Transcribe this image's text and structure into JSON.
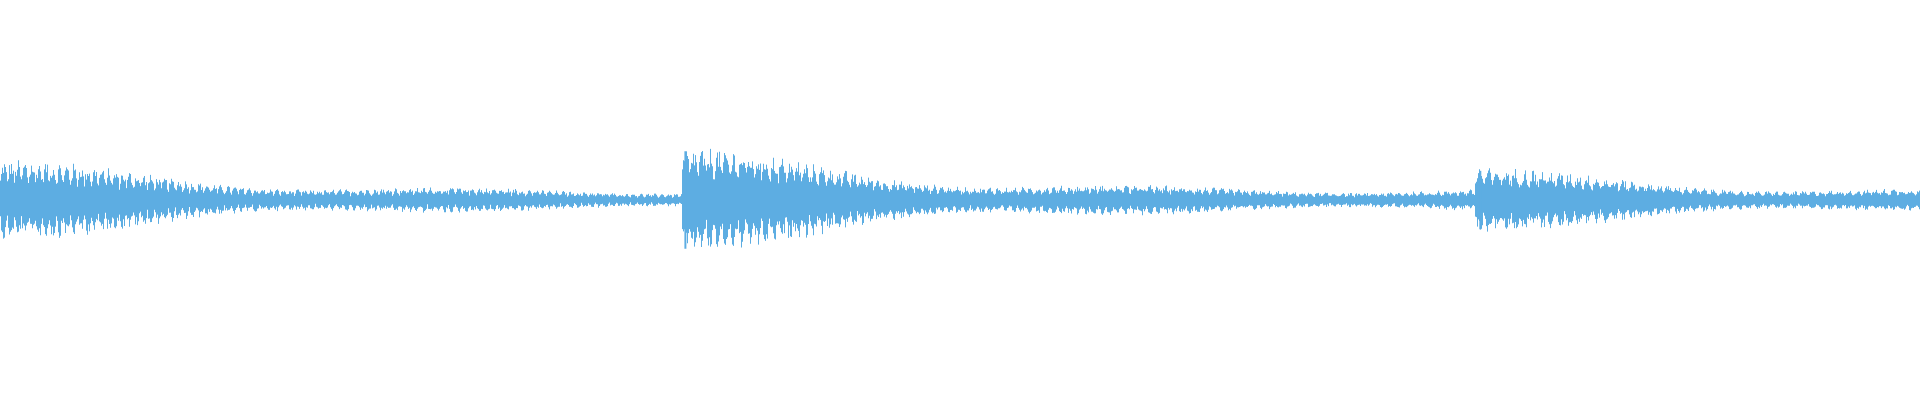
{
  "waveform": {
    "color": "#5dade2",
    "background": "#ffffff",
    "amplitude_range": [
      -1,
      1
    ],
    "samples": 1920,
    "segments": [
      {
        "start": 0.0,
        "end": 0.355,
        "attack": 0.17,
        "decay": 0.0055,
        "floor": 0.04,
        "mod_period": 7
      },
      {
        "start": 0.355,
        "end": 0.768,
        "attack": 0.23,
        "decay": 0.0055,
        "floor": 0.045,
        "mod_period": 8
      },
      {
        "start": 0.768,
        "end": 1.0,
        "attack": 0.13,
        "decay": 0.006,
        "floor": 0.04,
        "mod_period": 9
      }
    ],
    "onset_spikes": [
      {
        "position": 0.357,
        "amplitude": 0.25
      },
      {
        "position": 0.771,
        "amplitude": 0.15
      }
    ]
  }
}
